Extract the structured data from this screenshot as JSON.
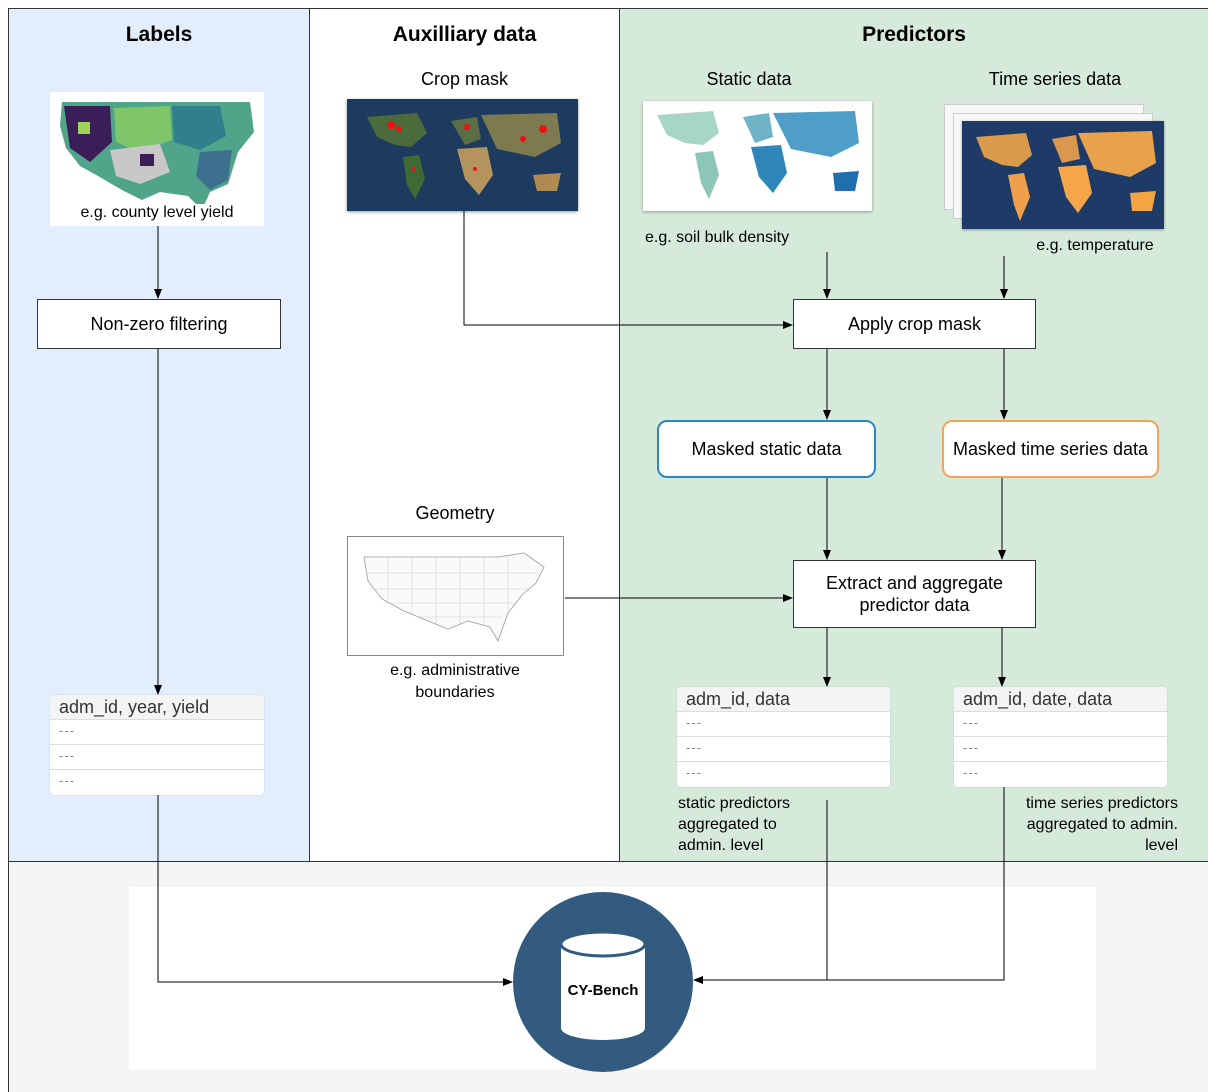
{
  "headings": {
    "labels": "Labels",
    "auxiliary": "Auxilliary data",
    "predictors": "Predictors"
  },
  "images": {
    "county_yield_caption": "e.g. county level yield",
    "crop_mask_title": "Crop mask",
    "static_title": "Static data",
    "static_caption": "e.g. soil bulk density",
    "timeseries_title": "Time series data",
    "timeseries_caption": "e.g. temperature",
    "geometry_title": "Geometry",
    "geometry_caption_1": "e.g. administrative",
    "geometry_caption_2": "boundaries"
  },
  "process": {
    "non_zero": "Non-zero filtering",
    "apply_mask": "Apply crop mask",
    "masked_static": "Masked static data",
    "masked_timeseries": "Masked time series data",
    "extract_1": "Extract and aggregate",
    "extract_2": "predictor data"
  },
  "tables": {
    "labels": {
      "header": "adm_id, year, yield",
      "rows": [
        "---",
        "---",
        "---"
      ]
    },
    "static": {
      "header": "adm_id, data",
      "rows": [
        "---",
        "---",
        "---"
      ]
    },
    "timeseries": {
      "header": "adm_id, date, data",
      "rows": [
        "---",
        "---",
        "---"
      ]
    }
  },
  "notes": {
    "static_1": "static predictors",
    "static_2": "aggregated to",
    "static_3": "admin. level",
    "ts_1": "time series predictors",
    "ts_2": "aggregated to admin.",
    "ts_3": "level"
  },
  "output": {
    "label": "CY-Bench",
    "color": "#325b7f"
  },
  "colors": {
    "labels_panel": "#e2eefc",
    "predictors_panel": "#d6eadb",
    "masked_static_border": "#2a87c4",
    "masked_timeseries_border": "#f4a35a"
  },
  "icons": [
    "database-icon",
    "arrow-icon"
  ]
}
